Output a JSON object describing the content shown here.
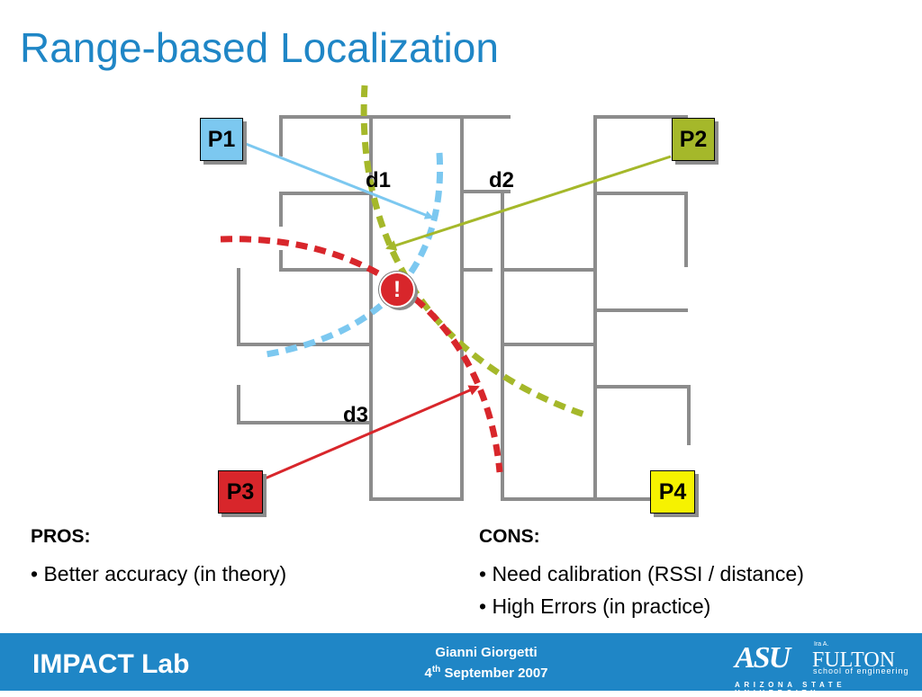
{
  "title": "Range-based Localization",
  "diagram": {
    "anchors": [
      {
        "id": "p1",
        "label": "P1",
        "color": "#7cc8f0"
      },
      {
        "id": "p2",
        "label": "P2",
        "color": "#a5b82a"
      },
      {
        "id": "p3",
        "label": "P3",
        "color": "#d8262b"
      },
      {
        "id": "p4",
        "label": "P4",
        "color": "#f6f200"
      }
    ],
    "distances": [
      "d1",
      "d2",
      "d3"
    ],
    "target_label": "!",
    "colors": {
      "walls": "#8c8c8c",
      "p1_line": "#7cc8f0",
      "p2_line": "#a5b82a",
      "p3_line": "#d8262b"
    }
  },
  "pros": {
    "heading": "PROS:",
    "items": [
      "• Better accuracy (in theory)"
    ]
  },
  "cons": {
    "heading": "CONS:",
    "items": [
      "• Need calibration (RSSI / distance)",
      "• High Errors (in practice)"
    ]
  },
  "footer": {
    "lab": "IMPACT Lab",
    "author": "Gianni Giorgetti",
    "date_day": "4",
    "date_sup": "th",
    "date_rest": " September 2007",
    "logo": {
      "mark": "ASU",
      "ira": "Ira A.",
      "school": "FULTON",
      "sub": "school of engineering",
      "university": "ARIZONA STATE UNIVERSITY"
    }
  },
  "theme": {
    "accent": "#1f86c6"
  }
}
